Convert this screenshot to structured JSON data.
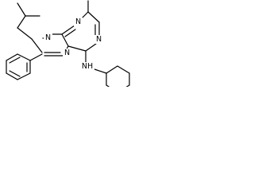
{
  "molecule": {
    "labels": {
      "n1": "N",
      "n3": "N",
      "n7": "N",
      "n9": "N",
      "nh": "NH"
    }
  }
}
